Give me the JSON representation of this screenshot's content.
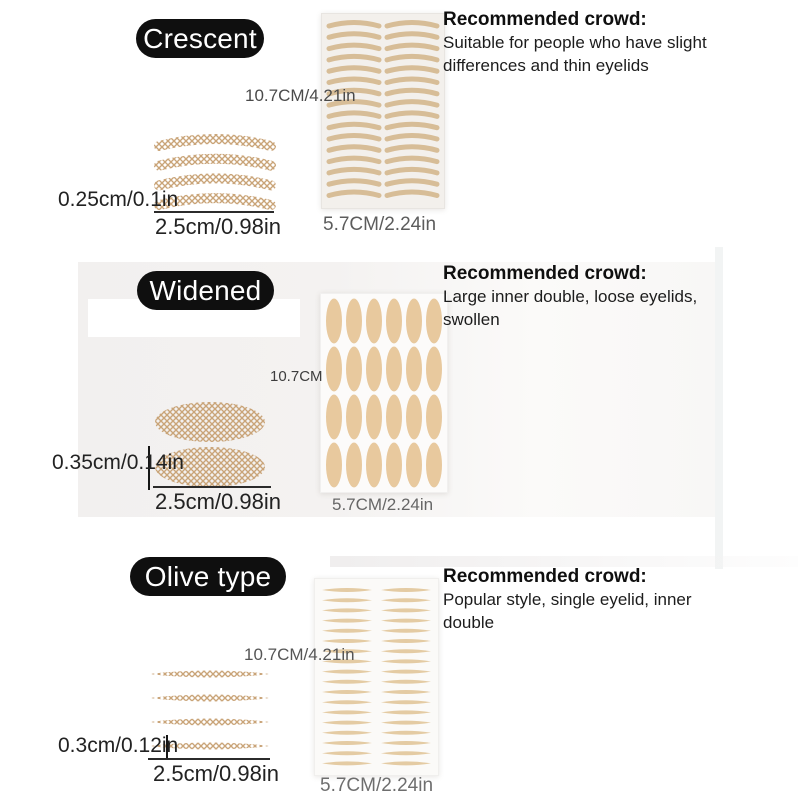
{
  "sections": {
    "crescent": {
      "label": "Crescent",
      "strip_thickness": "0.25cm/0.1in",
      "strip_length": "2.5cm/0.98in",
      "sheet_length": "10.7CM/4.21in",
      "sheet_width": "5.7CM/2.24in",
      "crowd_title": "Recommended crowd:",
      "crowd_text": "Suitable for people who have slight\ndifferences and thin eyelids"
    },
    "widened": {
      "label": "Widened",
      "strip_thickness": "0.35cm/0.14in",
      "strip_length": "2.5cm/0.98in",
      "sheet_length": "10.7CM",
      "sheet_width": "5.7CM/2.24in",
      "crowd_title": "Recommended crowd:",
      "crowd_text": "Large inner double, loose eyelids,\nswollen"
    },
    "olive": {
      "label": "Olive type",
      "strip_thickness": "0.3cm/0.12in",
      "strip_length": "2.5cm/0.98in",
      "sheet_length": "10.7CM/4.21in",
      "sheet_width": "5.7CM/2.24in",
      "crowd_title": "Recommended crowd:",
      "crowd_text": "Popular style, single eyelid, inner\ndouble"
    }
  },
  "graphics": {
    "pill_bg": "#0f0f0f",
    "pill_text_color": "#ffffff",
    "mesh_color": "#c9a478",
    "crescent_sheet": {
      "columns": 2,
      "rows": 16,
      "strip_color": "#d7bd97",
      "bg": "#f3f0ec"
    },
    "widened_sheet": {
      "columns": 6,
      "rows": 4,
      "strip_color": "#e8c99e",
      "bg": "#fcfbfa"
    },
    "olive_sheet": {
      "columns": 2,
      "rows": 18,
      "strip_color": "#e4cba3",
      "bg": "#fbfaf8"
    },
    "sample_counts": {
      "crescent": 4,
      "widened": 2,
      "olive": 4
    }
  }
}
